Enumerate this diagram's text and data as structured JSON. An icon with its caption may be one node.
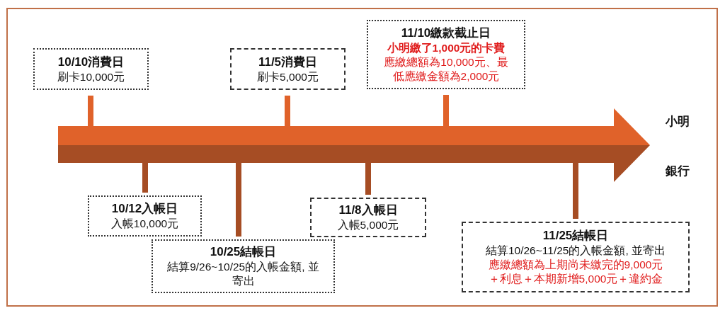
{
  "diagram": {
    "nodes": [
      {
        "text": [
          "10/10消費日",
          "刷卡10,000元"
        ]
      },
      {
        "text": [
          "11/5消費日",
          "刷卡5,000元"
        ]
      },
      {
        "text": [
          "11/10繳款截止日",
          "小明繳了1,000元的卡費",
          "應繳總額為10,000元、最低應繳金額為2,000元"
        ]
      },
      {
        "text": [
          "10/12入帳日",
          "入帳10,000元"
        ]
      },
      {
        "text": [
          "10/25結帳日",
          "結算9/26~10/25的入帳金額, 並寄出"
        ]
      },
      {
        "text": [
          "11/8入帳日",
          "入帳5,000元"
        ]
      },
      {
        "text": [
          "11/25結帳日",
          "結算10/26~11/25的入帳金額, 並寄出",
          "應繳總額為上期尚未繳完的9,000元＋利息＋本期新增5,000元＋違約金"
        ]
      },
      {
        "text": [],
        "shape": "bar"
      }
    ],
    "edges": [
      {
        "from": 0,
        "to": 7,
        "arrow": "none",
        "color": "#e0622a"
      },
      {
        "from": 1,
        "to": 7,
        "arrow": "none",
        "color": "#e0622a"
      },
      {
        "from": 2,
        "to": 7,
        "arrow": "none",
        "color": "#e0622a"
      },
      {
        "from": 3,
        "to": 7,
        "arrow": "none"
      },
      {
        "from": 4,
        "to": 7,
        "arrow": "none"
      },
      {
        "from": 5,
        "to": 7,
        "arrow": "none"
      },
      {
        "from": 6,
        "to": 7,
        "arrow": "none"
      }
    ],
    "labels": [
      "小明",
      "銀行"
    ]
  }
}
